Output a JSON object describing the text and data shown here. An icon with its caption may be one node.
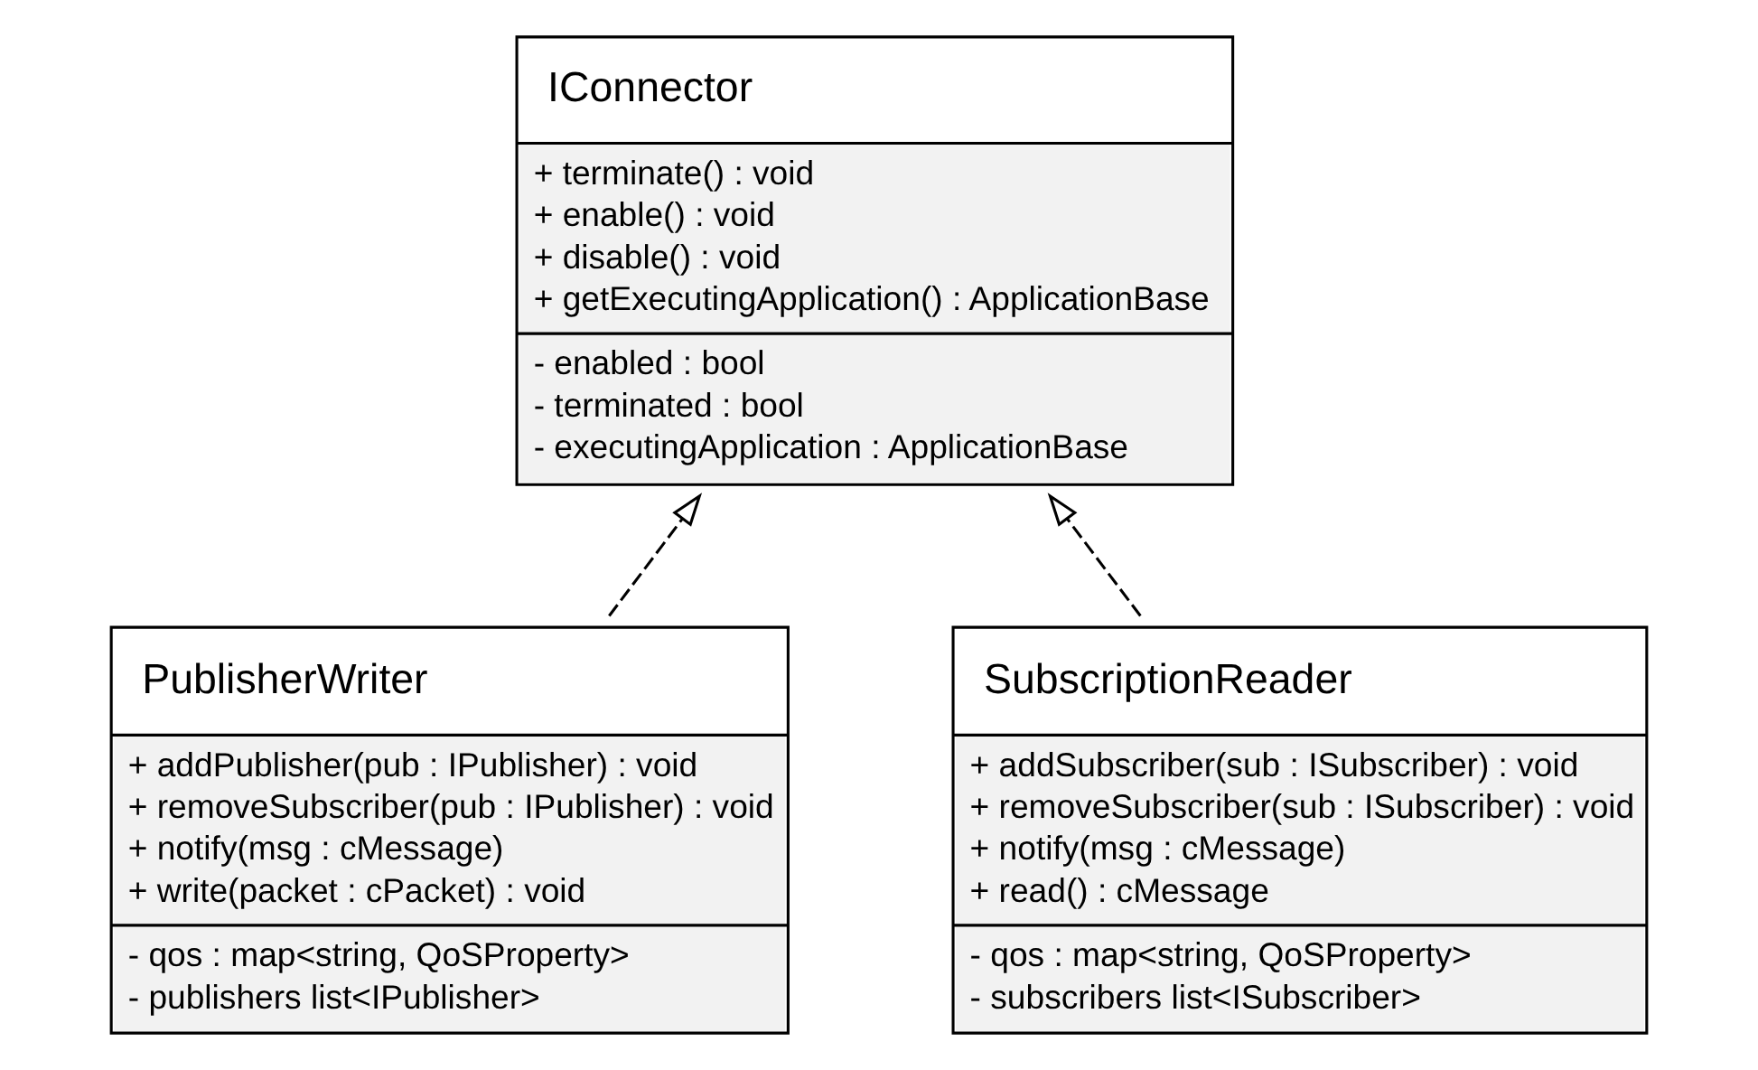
{
  "diagram": {
    "nodes": [
      {
        "text": [
          "IConnector",
          "+ terminate() : void",
          "+ enable() : void",
          "+ disable() : void",
          "+ getExecutingApplication() : ApplicationBase",
          "- enabled : bool",
          "- terminated : bool",
          "- executingApplication : ApplicationBase"
        ]
      },
      {
        "text": [
          "PublisherWriter",
          "+ addPublisher(pub : IPublisher) : void",
          "+ removeSubscriber(pub : IPublisher) : void",
          "+ notify(msg : cMessage)",
          "+ write(packet : cPacket) : void",
          "- qos : map<string, QoSProperty>",
          "- publishers list<IPublisher>"
        ]
      },
      {
        "text": [
          "SubscriptionReader",
          "+ addSubscriber(sub : ISubscriber) : void",
          "+ removeSubscriber(sub : ISubscriber) : void",
          "+ notify(msg : cMessage)",
          "+ read() : cMessage",
          "- qos : map<string, QoSProperty>",
          "- subscribers list<ISubscriber>"
        ]
      }
    ],
    "edges": [
      {
        "from": 1,
        "to": 0,
        "arrow": "to",
        "style": "dashed"
      },
      {
        "from": 2,
        "to": 0,
        "arrow": "to",
        "style": "dashed"
      }
    ]
  }
}
